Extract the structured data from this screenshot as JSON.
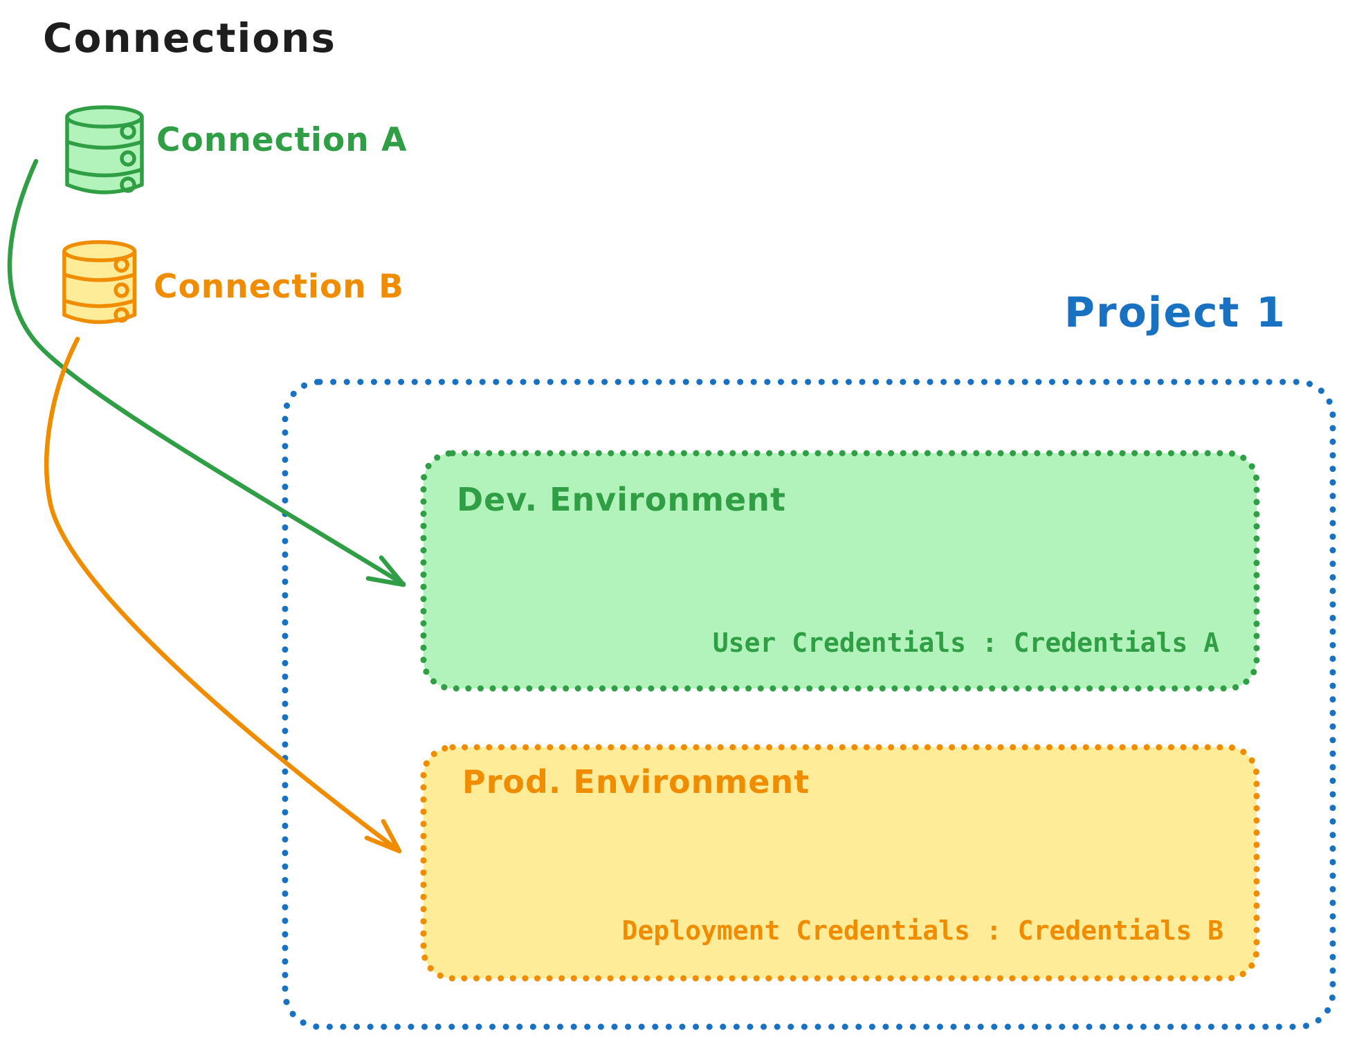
{
  "page": {
    "title": "Connections"
  },
  "colors": {
    "green_stroke": "#2f9e44",
    "green_fill": "#b2f2bb",
    "orange_stroke": "#f08c00",
    "orange_fill": "#ffec99",
    "blue_stroke": "#1971c2",
    "text": "#1e1e1e"
  },
  "connections": [
    {
      "label": "Connection A",
      "icon": "database-icon",
      "color": "#2f9e44"
    },
    {
      "label": "Connection B",
      "icon": "database-icon",
      "color": "#f08c00"
    }
  ],
  "project": {
    "title": "Project 1",
    "environments": [
      {
        "name": "Dev. Environment",
        "credentials": "User Credentials : Credentials A"
      },
      {
        "name": "Prod. Environment",
        "credentials": "Deployment Credentials : Credentials B"
      }
    ]
  }
}
